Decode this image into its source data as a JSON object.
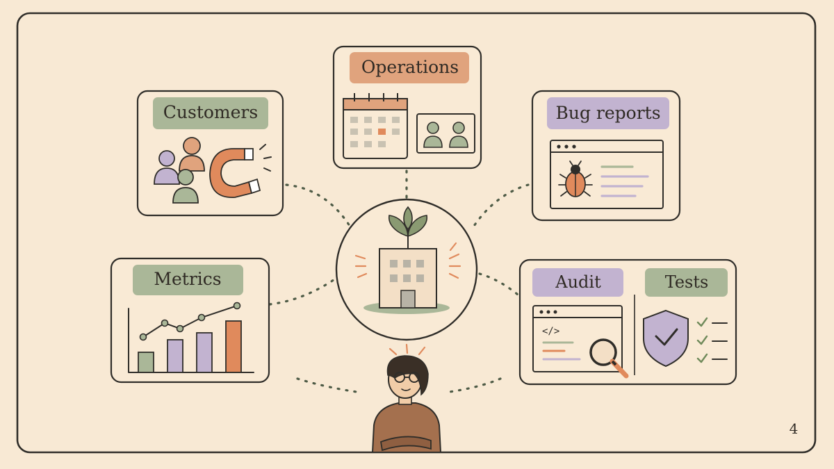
{
  "slide": {
    "page_number": "4",
    "center": {
      "icon": "building-with-plant-icon"
    },
    "nodes": {
      "customers": {
        "label": "Customers",
        "icons": [
          "people-group-icon",
          "magnet-icon"
        ]
      },
      "operations": {
        "label": "Operations",
        "icons": [
          "calendar-icon",
          "team-photo-icon"
        ]
      },
      "bug_reports": {
        "label": "Bug reports",
        "icons": [
          "browser-window-icon",
          "bug-icon"
        ]
      },
      "metrics": {
        "label": "Metrics",
        "icons": [
          "bar-line-chart-icon"
        ]
      },
      "audit": {
        "label": "Audit",
        "icons": [
          "code-window-icon",
          "magnifier-icon"
        ]
      },
      "tests": {
        "label": "Tests",
        "icons": [
          "shield-check-icon",
          "checklist-icon"
        ]
      }
    },
    "figure": {
      "icon": "thinking-person-icon"
    },
    "colors": {
      "background": "#f8e9d4",
      "sage": "#aab798",
      "orange": "#e0a37d",
      "lavender": "#c2b3d0",
      "ink": "#2f2d29",
      "dash": "#4e5b46"
    }
  }
}
